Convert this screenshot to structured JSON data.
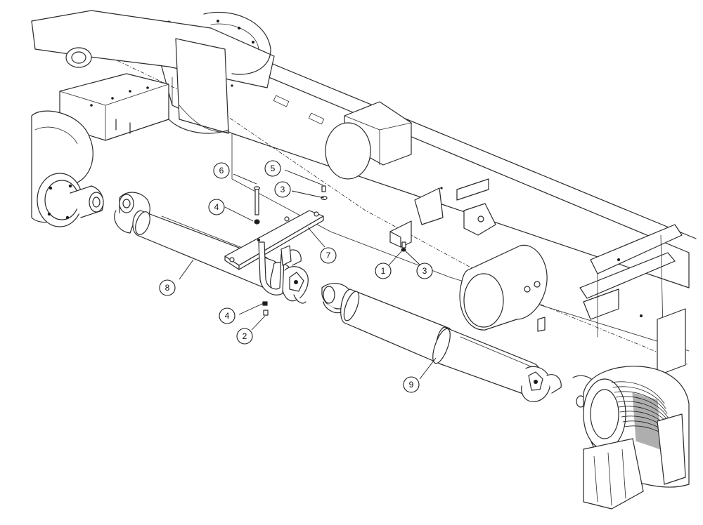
{
  "callouts": [
    {
      "id": "c6",
      "label": "6"
    },
    {
      "id": "c5",
      "label": "5"
    },
    {
      "id": "c4a",
      "label": "4"
    },
    {
      "id": "c3a",
      "label": "3"
    },
    {
      "id": "c7",
      "label": "7"
    },
    {
      "id": "c8",
      "label": "8"
    },
    {
      "id": "c1",
      "label": "1"
    },
    {
      "id": "c3b",
      "label": "3"
    },
    {
      "id": "c4b",
      "label": "4"
    },
    {
      "id": "c2",
      "label": "2"
    },
    {
      "id": "c9",
      "label": "9"
    }
  ]
}
